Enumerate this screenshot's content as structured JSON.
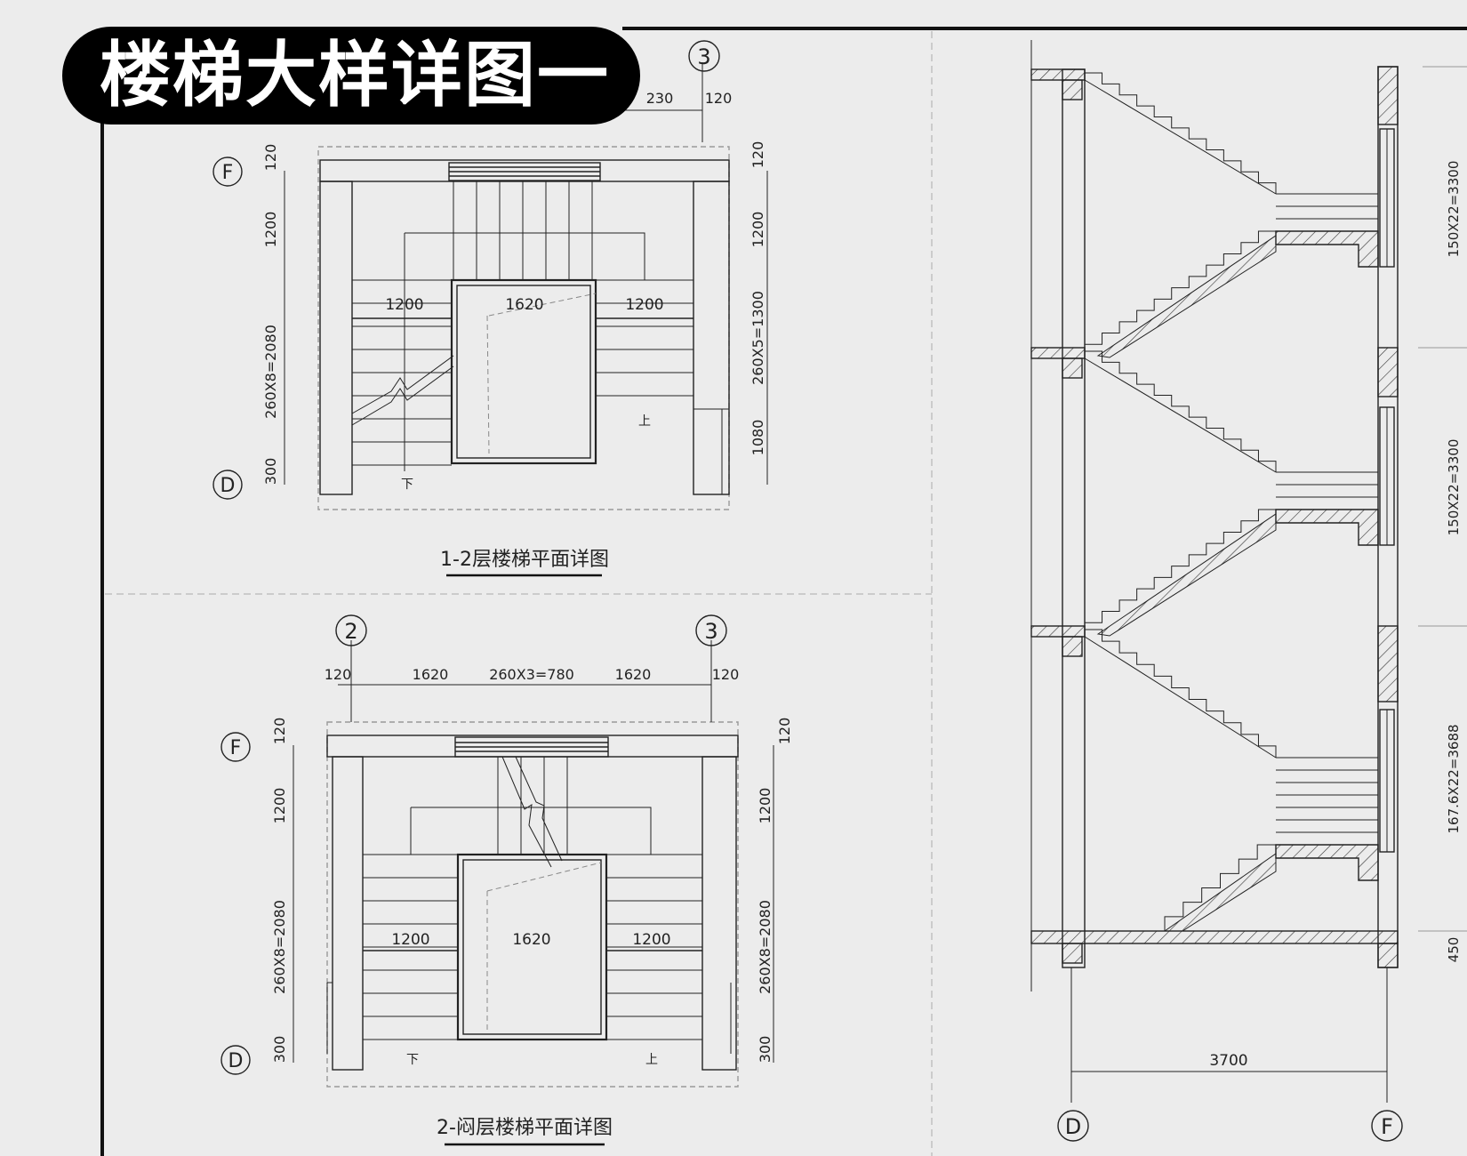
{
  "banner": {
    "title": "楼梯大样详图一"
  },
  "plan_upper": {
    "caption": "1-2层楼梯平面详图",
    "axes": {
      "right": "3",
      "top": "F",
      "bottom": "D"
    },
    "dims_top": {
      "partial": "230",
      "wall": "120"
    },
    "dims_left": {
      "wall": "120",
      "landing": "1200",
      "flight": "260X8=2080",
      "end": "300"
    },
    "dims_right": {
      "wall": "120",
      "landing": "1200",
      "flight": "260X5=1300",
      "end": "1080"
    },
    "dims_inner": {
      "left": "1200",
      "middle": "1620",
      "right": "1200"
    },
    "labels": {
      "up": "上",
      "down": "下"
    }
  },
  "plan_lower": {
    "caption": "2-闷层楼梯平面详图",
    "axes": {
      "left": "2",
      "right": "3",
      "top": "F",
      "bottom": "D"
    },
    "dims_top": [
      "120",
      "1620",
      "260X3=780",
      "1620",
      "120"
    ],
    "dims_left": {
      "wall": "120",
      "landing": "1200",
      "flight": "260X8=2080",
      "end": "300"
    },
    "dims_right": {
      "wall": "120",
      "landing": "1200",
      "flight": "260X8=2080",
      "end": "300"
    },
    "dims_inner": {
      "left": "1200",
      "middle": "1620",
      "right": "1200"
    },
    "labels": {
      "up": "上",
      "down": "下"
    }
  },
  "section": {
    "width_dim": "3700",
    "axes": {
      "left": "D",
      "right": "F"
    },
    "height_dims": [
      "150X22=3300",
      "150X22=3300",
      "167.6X22=3688",
      "450"
    ]
  }
}
